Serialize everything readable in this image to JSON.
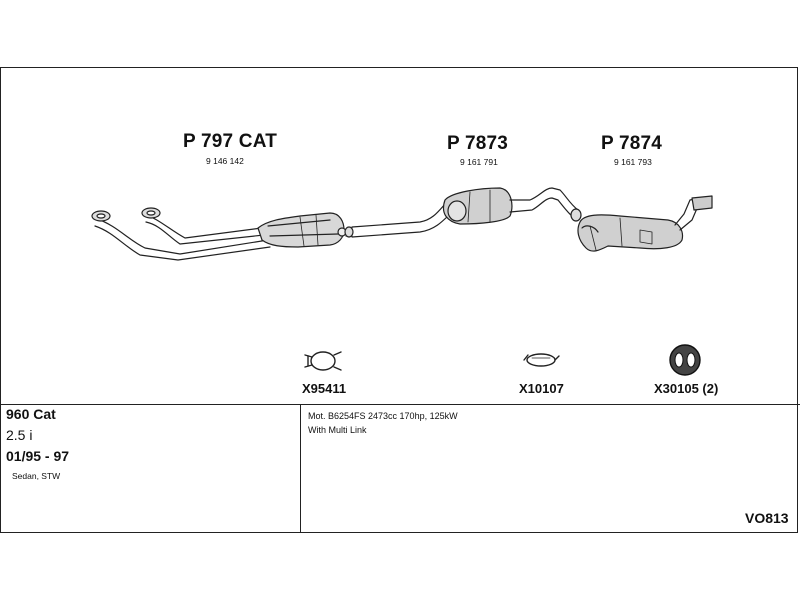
{
  "parts": [
    {
      "code": "P 797 CAT",
      "oem": "9 146 142"
    },
    {
      "code": "P 7873",
      "oem": "9 161 791"
    },
    {
      "code": "P 7874",
      "oem": "9 161 793"
    }
  ],
  "accessories": [
    {
      "code": "X95411",
      "icon": "clamp-icon"
    },
    {
      "code": "X10107",
      "icon": "gasket-icon"
    },
    {
      "code": "X30105 (2)",
      "icon": "rubber-mount-icon"
    }
  ],
  "vehicle": {
    "model": "960 Cat",
    "engine": "2.5 i",
    "years": "01/95 - 97",
    "body": "Sedan, STW"
  },
  "description": {
    "line1": "Mot. B6254FS 2473cc 170hp, 125kW",
    "line2": "With Multi Link"
  },
  "diagram_code": "VO813"
}
